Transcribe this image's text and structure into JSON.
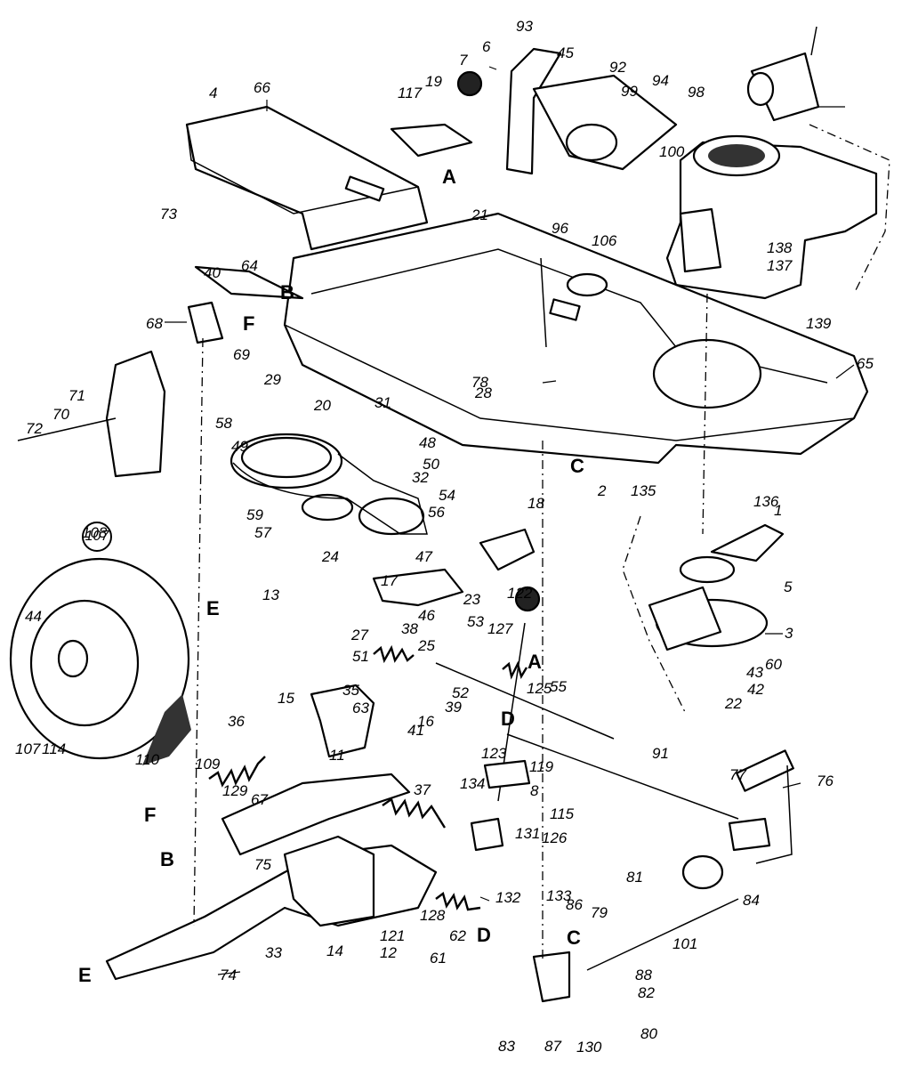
{
  "diagram": {
    "part_numbers": [
      "1",
      "2",
      "3",
      "4",
      "5",
      "6",
      "7",
      "8",
      "11",
      "12",
      "13",
      "14",
      "15",
      "16",
      "17",
      "18",
      "19",
      "20",
      "21",
      "22",
      "23",
      "24",
      "25",
      "27",
      "28",
      "29",
      "31",
      "32",
      "33",
      "35",
      "36",
      "37",
      "38",
      "39",
      "40",
      "41",
      "42",
      "43",
      "44",
      "45",
      "46",
      "47",
      "48",
      "49",
      "50",
      "51",
      "52",
      "53",
      "54",
      "55",
      "56",
      "57",
      "58",
      "59",
      "60",
      "61",
      "62",
      "63",
      "64",
      "65",
      "66",
      "67",
      "68",
      "69",
      "70",
      "71",
      "72",
      "73",
      "74",
      "75",
      "76",
      "77",
      "78",
      "79",
      "80",
      "81",
      "82",
      "83",
      "84",
      "86",
      "87",
      "88",
      "91",
      "92",
      "93",
      "94",
      "96",
      "98",
      "99",
      "100",
      "101",
      "106",
      "107",
      "108",
      "109",
      "110",
      "114",
      "115",
      "117",
      "119",
      "121",
      "122",
      "123",
      "125",
      "126",
      "127",
      "128",
      "129",
      "130",
      "131",
      "132",
      "133",
      "134",
      "135",
      "136",
      "137",
      "138",
      "139"
    ],
    "reference_letters": [
      "A",
      "B",
      "C",
      "D",
      "E",
      "F"
    ],
    "circled_part": "107"
  }
}
